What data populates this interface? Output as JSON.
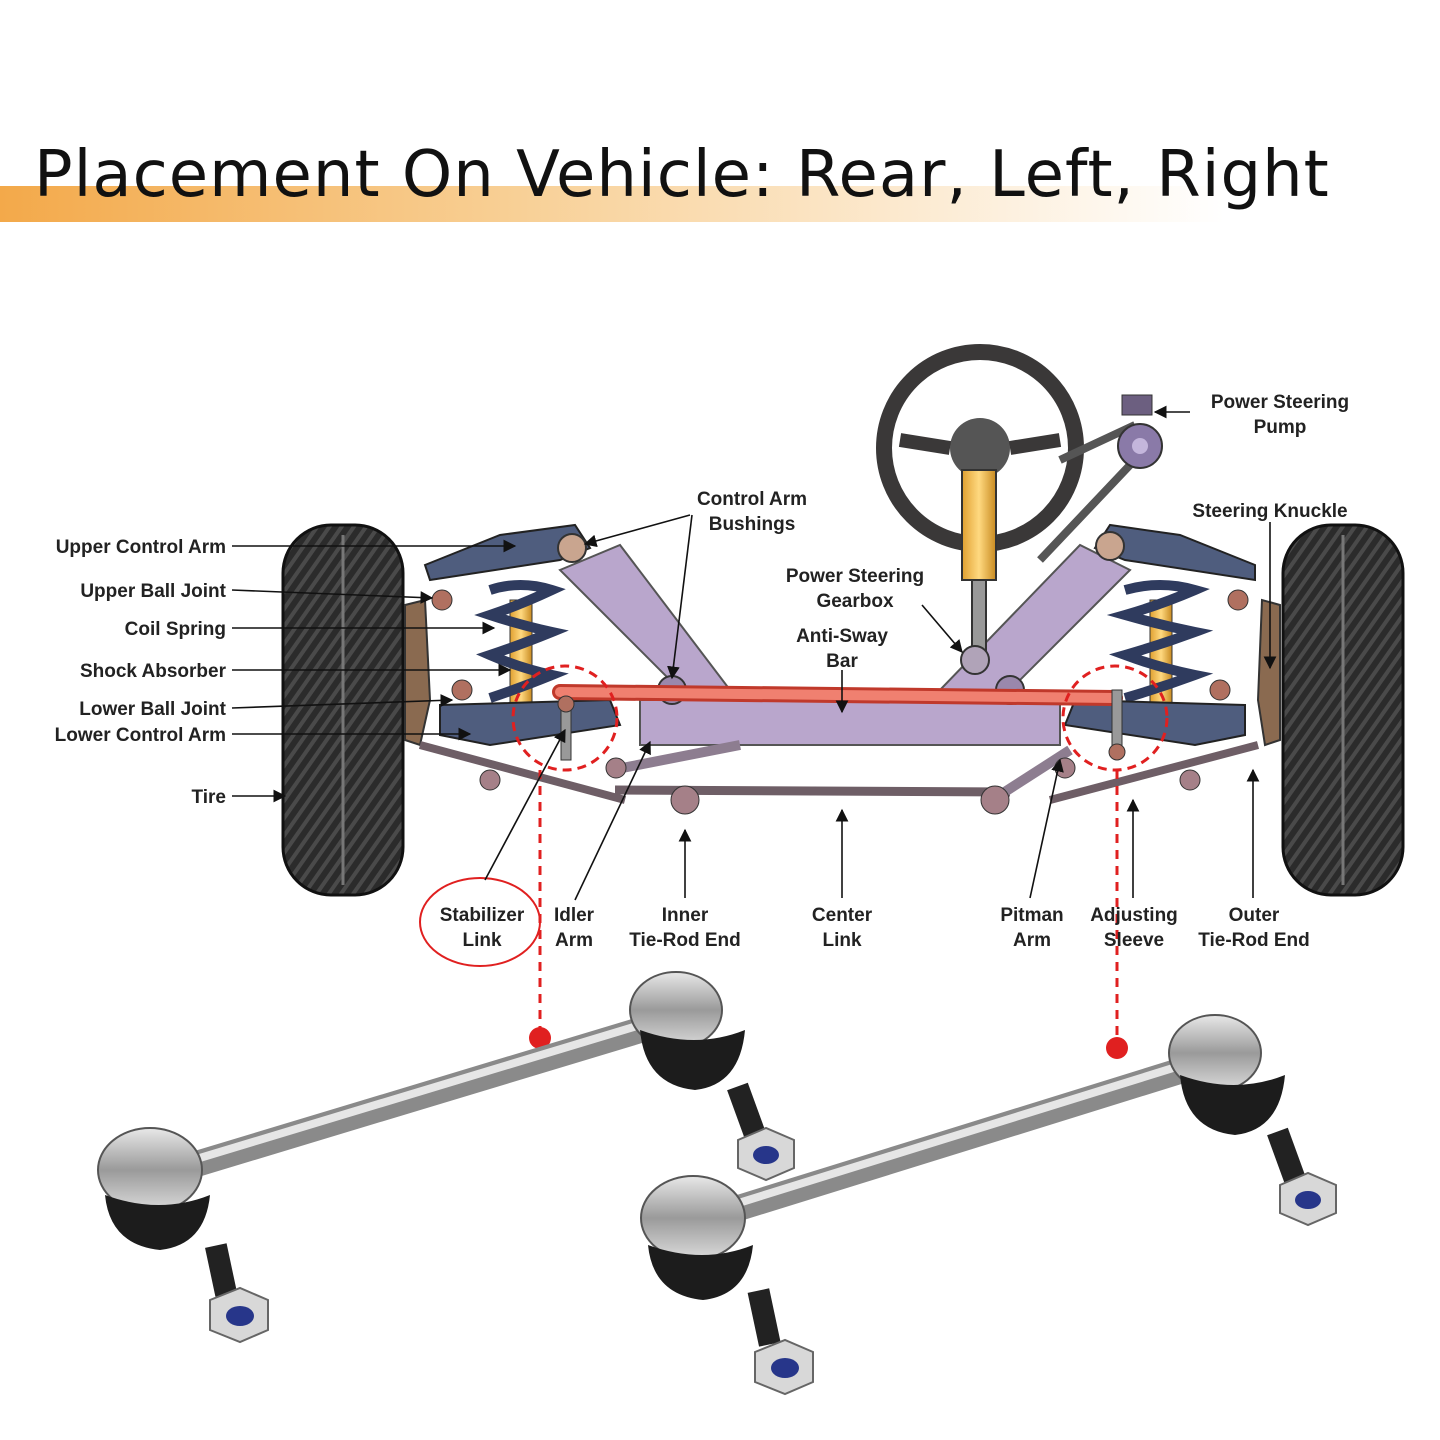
{
  "heading": "Placement On Vehicle: Rear, Left, Right",
  "colors": {
    "accent_orange": "#f3a94a",
    "highlight_red": "#e02020",
    "frame_purple": "#b9a6cc",
    "arm_navy": "#4f5d7e",
    "sway_bar_red": "#f08070",
    "steel": "#b0b0b0"
  },
  "labels": {
    "upper_control_arm": "Upper Control Arm",
    "upper_ball_joint": "Upper Ball Joint",
    "coil_spring": "Coil Spring",
    "shock_absorber": "Shock Absorber",
    "lower_ball_joint": "Lower Ball Joint",
    "lower_control_arm": "Lower Control Arm",
    "tire": "Tire",
    "control_arm_bushings_1": "Control Arm",
    "control_arm_bushings_2": "Bushings",
    "power_steering_gearbox_1": "Power Steering",
    "power_steering_gearbox_2": "Gearbox",
    "anti_sway_bar_1": "Anti-Sway",
    "anti_sway_bar_2": "Bar",
    "power_steering_pump_1": "Power Steering",
    "power_steering_pump_2": "Pump",
    "steering_knuckle": "Steering Knuckle",
    "stabilizer_link_1": "Stabilizer",
    "stabilizer_link_2": "Link",
    "idler_arm_1": "Idler",
    "idler_arm_2": "Arm",
    "inner_tie_rod_1": "Inner",
    "inner_tie_rod_2": "Tie-Rod End",
    "center_link_1": "Center",
    "center_link_2": "Link",
    "pitman_arm_1": "Pitman",
    "pitman_arm_2": "Arm",
    "adjusting_sleeve_1": "Adjusting",
    "adjusting_sleeve_2": "Sleeve",
    "outer_tie_rod_1": "Outer",
    "outer_tie_rod_2": "Tie-Rod End"
  }
}
